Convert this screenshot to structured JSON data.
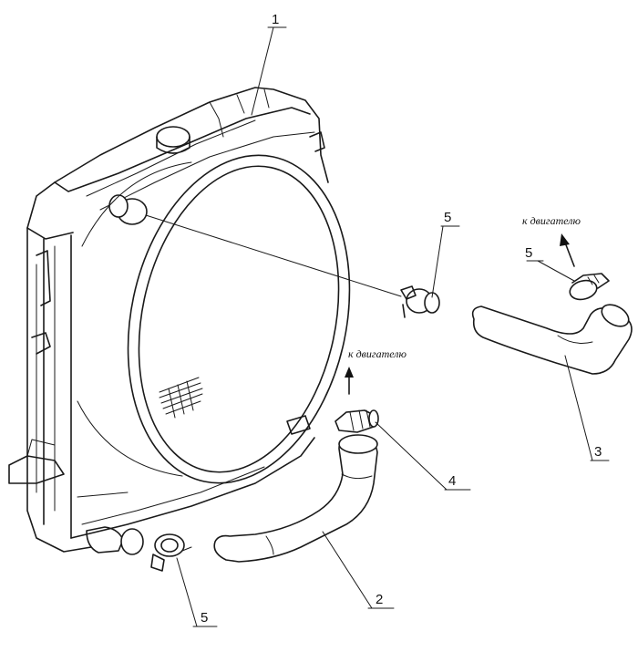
{
  "callouts": {
    "radiator": "1",
    "lower_hose": "2",
    "upper_hose": "3",
    "clamp_lower_hose": "4",
    "clamp_upper_right": "5",
    "clamp_upper_left": "5",
    "clamp_bottom": "5"
  },
  "notes": {
    "to_engine_upper": "к двигателю",
    "to_engine_lower": "к двигателю"
  }
}
